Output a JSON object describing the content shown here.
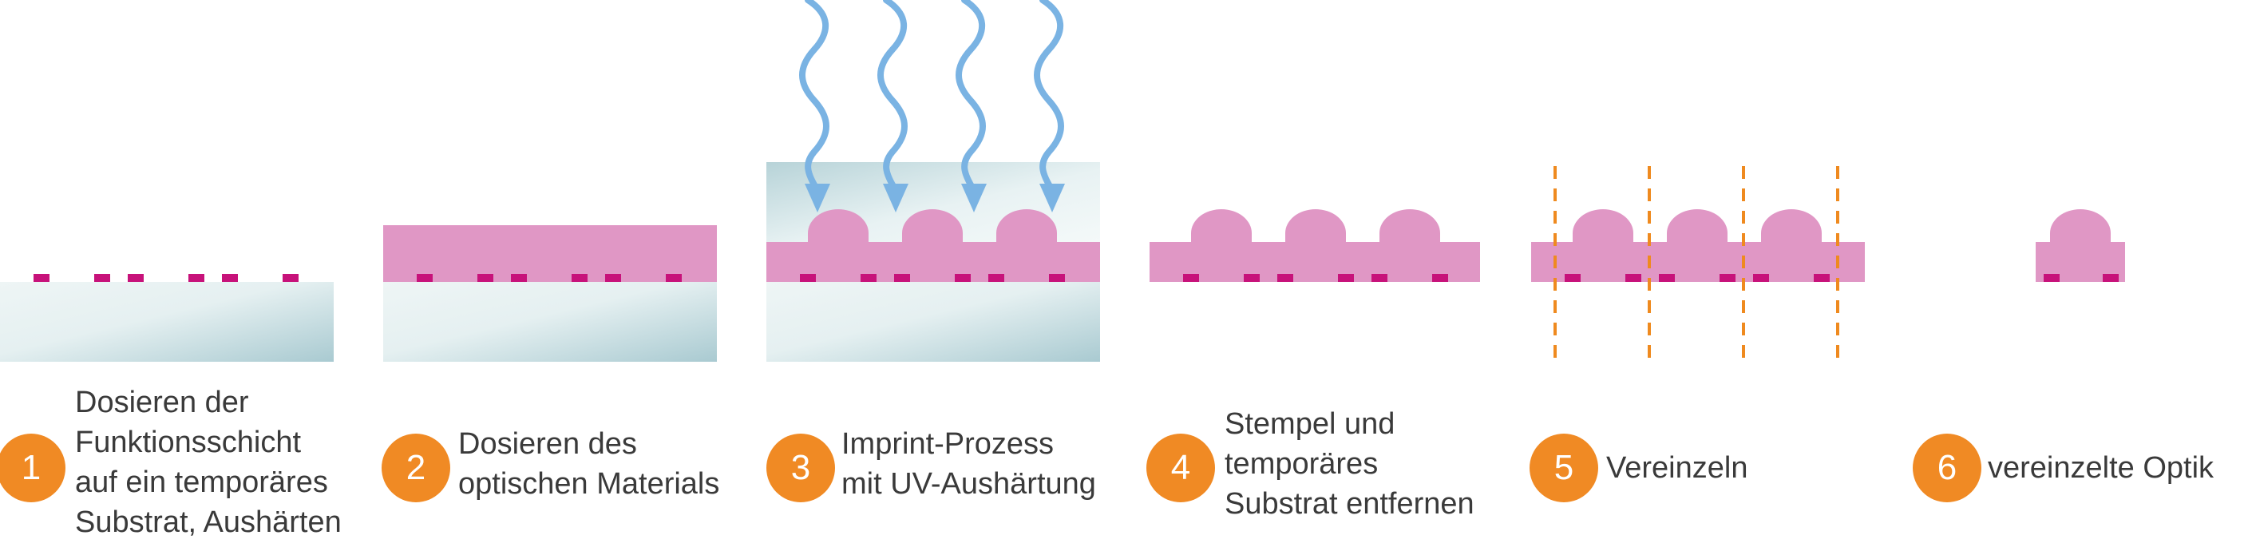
{
  "colors": {
    "glass_light": "#eef5f5",
    "glass_dark": "#a9cad1",
    "optical_material": "#e097c5",
    "functional_layer": "#c7127a",
    "uv_arrow": "#7ab3e3",
    "cut_line": "#ef8a1f",
    "badge": "#f08a24",
    "caption_text": "#3a3a3a"
  },
  "icons": {
    "uv_light": "wavy-arrow-icon",
    "cut_line": "dashed-line-icon"
  },
  "steps": [
    {
      "number": "1",
      "caption": [
        "Dosieren der",
        "Funktionsschicht",
        "auf ein temporäres",
        "Substrat, Aushärten"
      ]
    },
    {
      "number": "2",
      "caption": [
        "Dosieren des",
        "optischen Materials"
      ]
    },
    {
      "number": "3",
      "caption": [
        "Imprint-Prozess",
        "mit UV-Aushärtung"
      ]
    },
    {
      "number": "4",
      "caption": [
        "Stempel und",
        "temporäres",
        "Substrat entfernen"
      ]
    },
    {
      "number": "5",
      "caption": [
        "Vereinzeln"
      ]
    },
    {
      "number": "6",
      "caption": [
        "vereinzelte Optik"
      ]
    }
  ]
}
